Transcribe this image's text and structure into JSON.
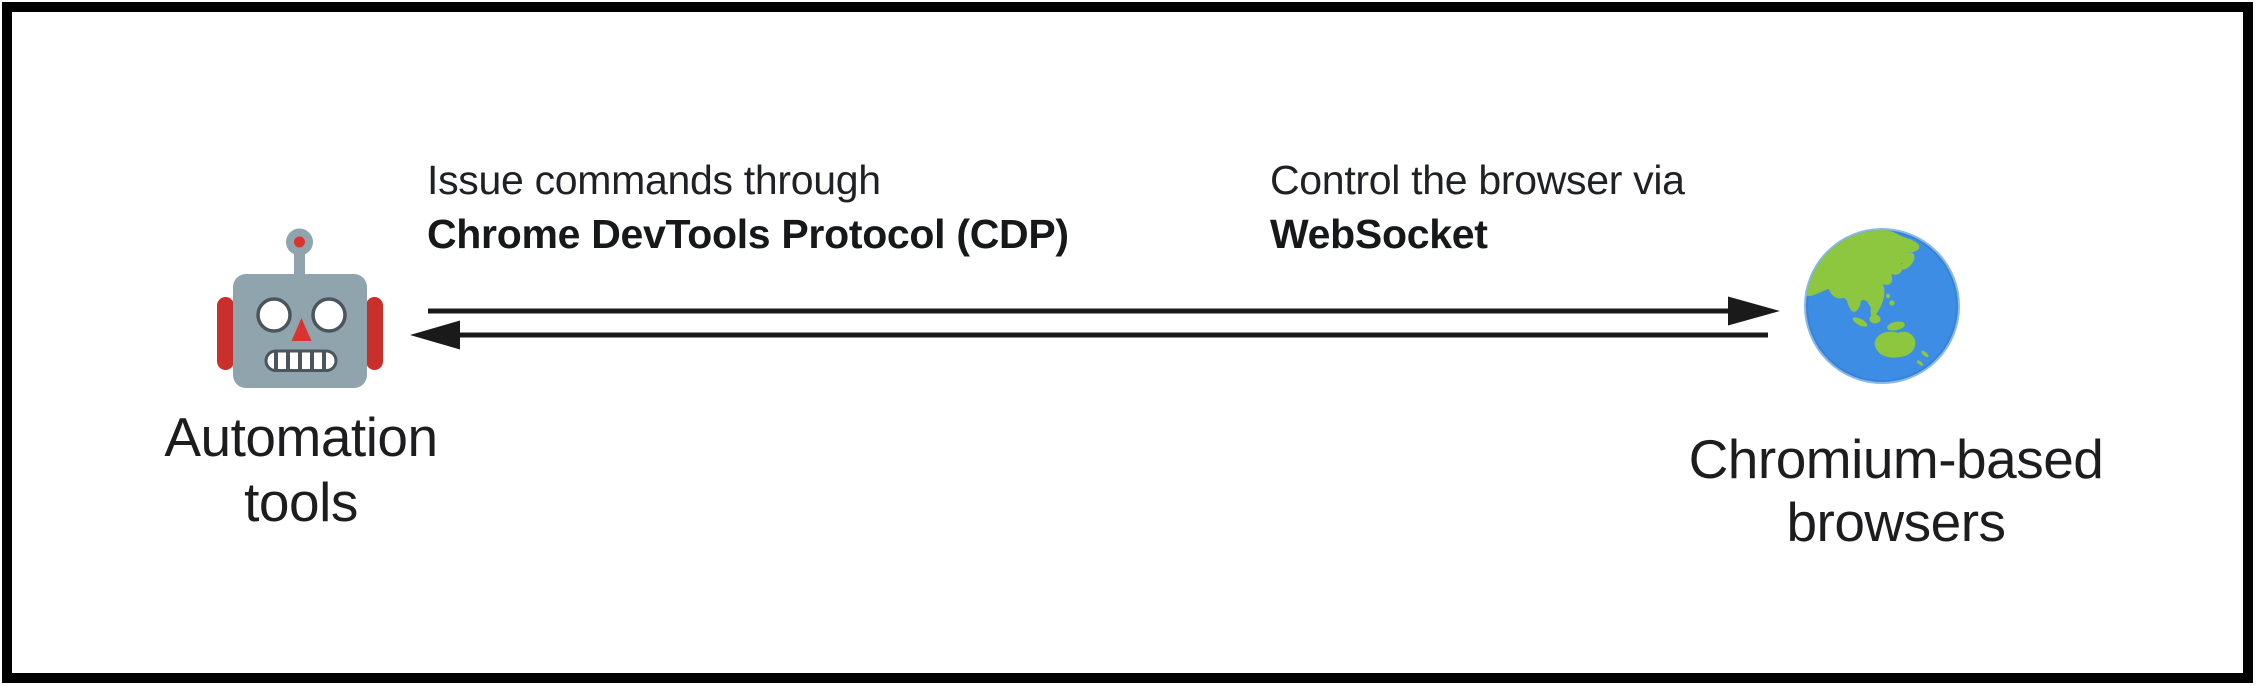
{
  "nodes": {
    "automation": {
      "label": "Automation tools",
      "icon": "robot-icon"
    },
    "browser": {
      "label": "Chromium-based browsers",
      "icon": "globe-icon"
    }
  },
  "annotations": {
    "cdp": {
      "line1": "Issue commands through",
      "line2_bold": "Chrome DevTools Protocol (CDP)"
    },
    "websocket": {
      "line1": "Control the browser via",
      "line2_bold": "WebSocket"
    }
  },
  "arrows": {
    "top_direction": "right",
    "bottom_direction": "left"
  },
  "colors": {
    "background": "#ffffff",
    "frame": "#000000",
    "text": "#202124",
    "arrow": "#1a1a1a",
    "robot_head": "#90a4ae",
    "robot_red": "#c9302c",
    "globe_ocean": "#3d8de4",
    "globe_land": "#8dc63f"
  }
}
